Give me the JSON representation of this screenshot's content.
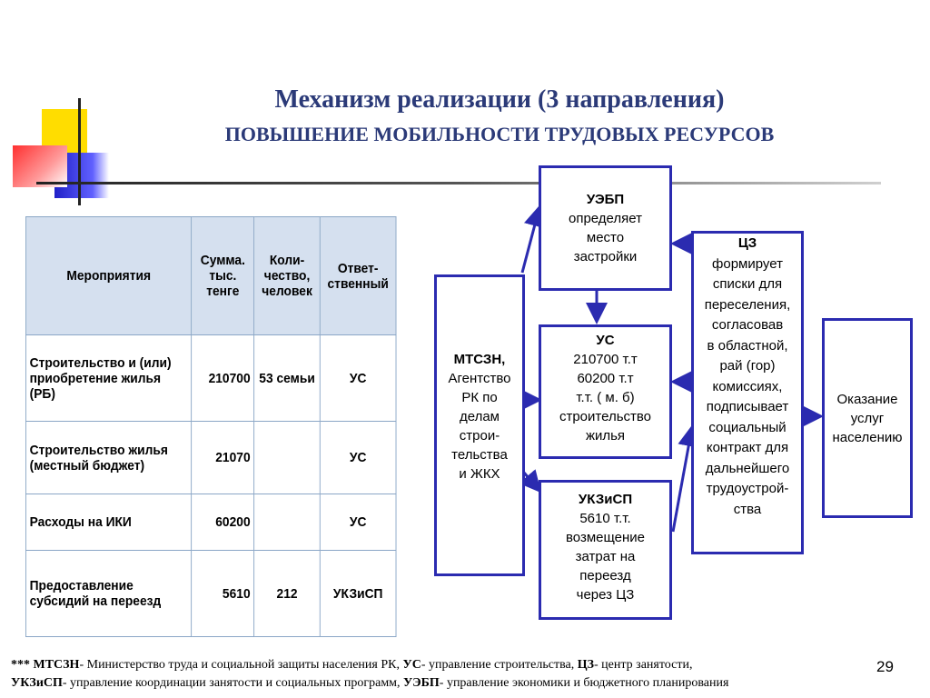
{
  "title": "Механизм реализации (3 направления)",
  "subtitle": "ПОВЫШЕНИЕ МОБИЛЬНОСТИ ТРУДОВЫХ РЕСУРСОВ",
  "table": {
    "headers": [
      "Мероприятия",
      "Сумма. тыс. тенге",
      "Коли-чество, человек",
      "Ответ-ственный"
    ],
    "rows": [
      [
        "Строительство и (или) приобретение жилья (РБ)",
        "210700",
        "53 семьи",
        "УС"
      ],
      [
        "Строительство жилья (местный бюджет)",
        "21070",
        "",
        "УС"
      ],
      [
        "Расходы на ИКИ",
        "60200",
        "",
        "УС"
      ],
      [
        "Предоставление субсидий на переезд",
        "5610",
        "212",
        "УКЗиСП"
      ]
    ]
  },
  "boxes": {
    "mtszn": {
      "head": "МТСЗН,",
      "lines": [
        "Агентство",
        "РК по",
        "делам",
        "строи-",
        "тельства",
        "и ЖКХ"
      ]
    },
    "uebp": {
      "head": "УЭБП",
      "lines": [
        "определяет",
        "место",
        "застройки"
      ]
    },
    "us": {
      "head": "УС",
      "lines": [
        "210700  т.т",
        "60200   т.т",
        "т.т. ( м. б)",
        "строительство",
        "жилья"
      ]
    },
    "ukzisp": {
      "head": "УКЗиСП",
      "lines": [
        "5610 т.т.",
        "возмещение",
        "затрат на",
        "переезд",
        "через ЦЗ"
      ]
    },
    "cz": {
      "head": "ЦЗ",
      "lines": [
        "формирует",
        "списки для",
        "переселения,",
        "согласовав",
        "в областной,",
        "рай (гор)",
        "комиссиях,",
        "подписывает",
        "социальный",
        "контракт для",
        "дальнейшего",
        "трудоустрой-",
        "ства"
      ]
    },
    "service": {
      "head": "",
      "lines": [
        "Оказание",
        "услуг",
        "населению"
      ]
    }
  },
  "footnote": {
    "line1": [
      {
        "b": "*** МТСЗН",
        "t": "- Министерство труда и социальной защиты населения  РК, "
      },
      {
        "b": "УС",
        "t": "- управление строительства, "
      },
      {
        "b": "ЦЗ",
        "t": "- центр занятости,"
      }
    ],
    "line2": [
      {
        "b": "УКЗиСП",
        "t": "- управление координации занятости и социальных программ, "
      },
      {
        "b": "УЭБП",
        "t": "- управление экономики и бюджетного планирования"
      }
    ]
  },
  "page_number": "29",
  "colors": {
    "title": "#2b3a78",
    "box_border": "#2b2bb0",
    "table_header": "#d5e0ef",
    "table_border": "#8aa6c6"
  }
}
